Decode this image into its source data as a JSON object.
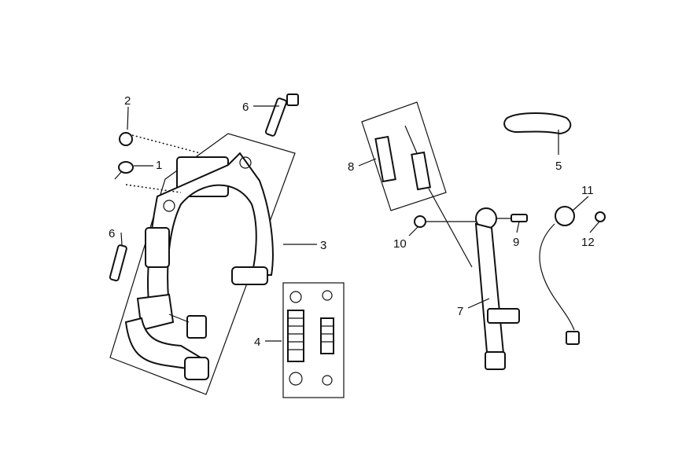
{
  "diagram": {
    "type": "exploded parts diagram",
    "callouts": [
      {
        "id": "c1",
        "number": "1"
      },
      {
        "id": "c2",
        "number": "2"
      },
      {
        "id": "c3",
        "number": "3"
      },
      {
        "id": "c4",
        "number": "4"
      },
      {
        "id": "c5",
        "number": "5"
      },
      {
        "id": "c6a",
        "number": "6"
      },
      {
        "id": "c6b",
        "number": "6"
      },
      {
        "id": "c7",
        "number": "7"
      },
      {
        "id": "c8",
        "number": "8"
      },
      {
        "id": "c9",
        "number": "9"
      },
      {
        "id": "c10",
        "number": "10"
      },
      {
        "id": "c11",
        "number": "11"
      },
      {
        "id": "c12",
        "number": "12"
      }
    ]
  }
}
